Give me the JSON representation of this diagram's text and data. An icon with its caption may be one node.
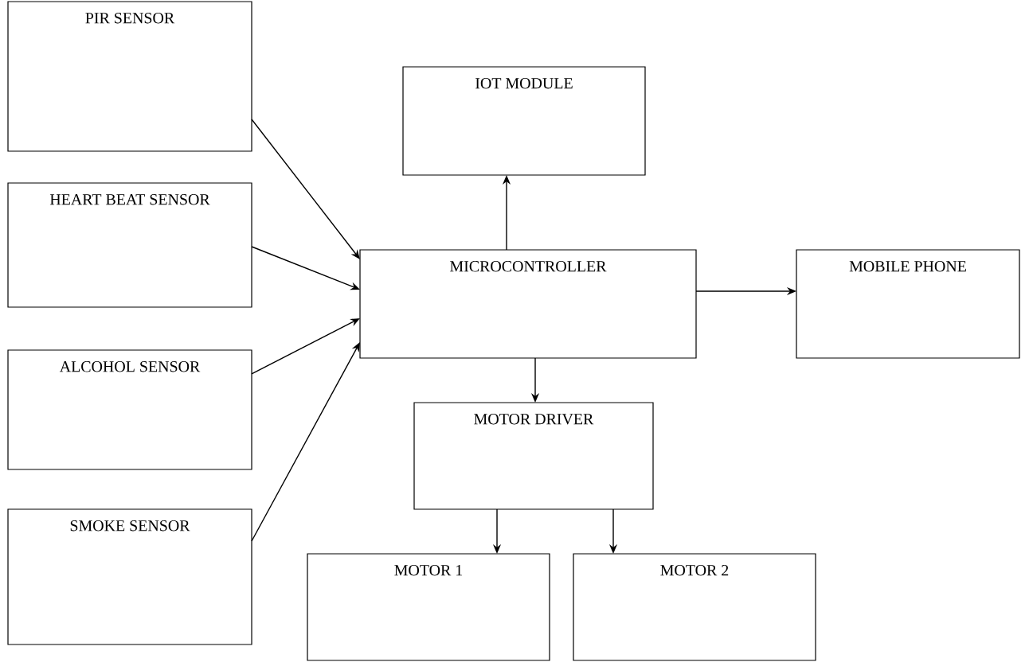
{
  "diagram": {
    "nodes": [
      {
        "text": [
          "PIR SENSOR"
        ]
      },
      {
        "text": [
          "HEART BEAT SENSOR"
        ]
      },
      {
        "text": [
          "ALCOHOL SENSOR"
        ]
      },
      {
        "text": [
          "SMOKE SENSOR"
        ]
      },
      {
        "text": [
          "IOT MODULE"
        ]
      },
      {
        "text": [
          "MICROCONTROLLER"
        ]
      },
      {
        "text": [
          "MOBILE PHONE"
        ]
      },
      {
        "text": [
          "MOTOR DRIVER"
        ]
      },
      {
        "text": [
          "MOTOR 1"
        ]
      },
      {
        "text": [
          "MOTOR 2"
        ]
      }
    ],
    "edges": [
      {
        "from": 0,
        "to": 5,
        "arrow": "to"
      },
      {
        "from": 1,
        "to": 5,
        "arrow": "to"
      },
      {
        "from": 2,
        "to": 5,
        "arrow": "to"
      },
      {
        "from": 3,
        "to": 5,
        "arrow": "to"
      },
      {
        "from": 5,
        "to": 4,
        "arrow": "to"
      },
      {
        "from": 5,
        "to": 6,
        "arrow": "to"
      },
      {
        "from": 5,
        "to": 7,
        "arrow": "to"
      },
      {
        "from": 7,
        "to": 8,
        "arrow": "to"
      },
      {
        "from": 7,
        "to": 9,
        "arrow": "to"
      }
    ]
  }
}
